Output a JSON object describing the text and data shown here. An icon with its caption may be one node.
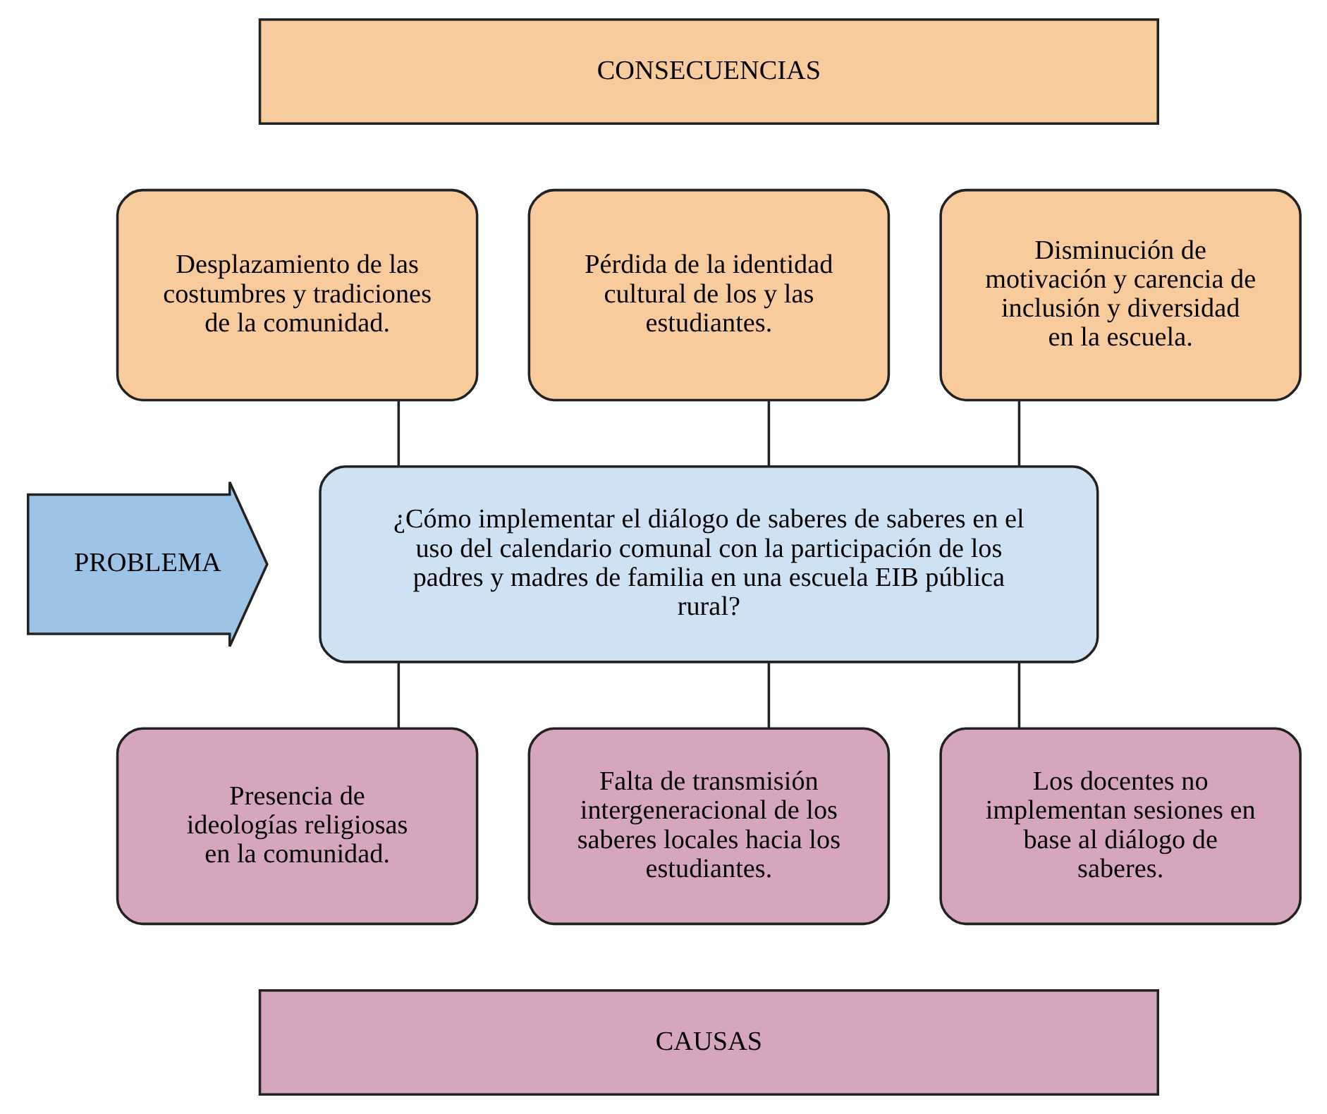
{
  "diagram": {
    "nodes": [
      {
        "text": [
          "CONSECUENCIAS"
        ]
      },
      {
        "text": [
          "Desplazamiento de las costumbres y tradiciones de la comunidad."
        ]
      },
      {
        "text": [
          "Pérdida de la identidad cultural de los y las estudiantes."
        ]
      },
      {
        "text": [
          "Disminución de motivación y carencia de inclusión y diversidad en la escuela."
        ]
      },
      {
        "text": [
          "PROBLEMA"
        ]
      },
      {
        "text": [
          "¿Cómo implementar el diálogo de saberes de saberes en el uso del calendario comunal con la participación de los padres y madres de familia en una escuela EIB pública rural?"
        ]
      },
      {
        "text": [
          "Presencia de ideologías religiosas en la comunidad."
        ]
      },
      {
        "text": [
          "Falta de transmisión intergeneracional de los saberes locales hacia los estudiantes."
        ]
      },
      {
        "text": [
          "Los docentes no implementan sesiones en base al diálogo de saberes."
        ]
      },
      {
        "text": [
          "CAUSAS"
        ]
      }
    ],
    "edges": [
      {
        "from": 1,
        "to": 5,
        "arrow": "none"
      },
      {
        "from": 2,
        "to": 5,
        "arrow": "none"
      },
      {
        "from": 3,
        "to": 5,
        "arrow": "none"
      },
      {
        "from": 5,
        "to": 6,
        "arrow": "none"
      },
      {
        "from": 5,
        "to": 7,
        "arrow": "none"
      },
      {
        "from": 5,
        "to": 8,
        "arrow": "none"
      }
    ]
  }
}
